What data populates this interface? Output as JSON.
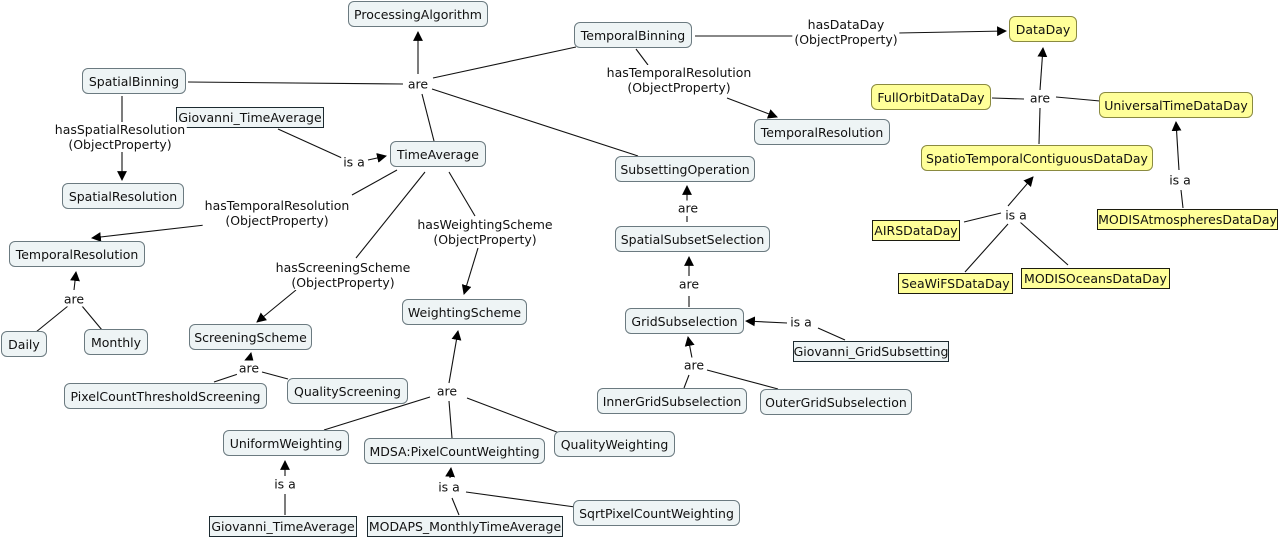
{
  "concepts": {
    "processing_algorithm": "ProcessingAlgorithm",
    "temporal_binning": "TemporalBinning",
    "data_day": "DataDay",
    "spatial_binning": "SpatialBinning",
    "full_orbit_data_day": "FullOrbitDataDay",
    "universal_time_data_day": "UniversalTimeDataDay",
    "temporal_resolution_right": "TemporalResolution",
    "time_average": "TimeAverage",
    "subsetting_operation": "SubsettingOperation",
    "spatio_temporal_contiguous_data_day": "SpatioTemporalContiguousDataDay",
    "spatial_resolution": "SpatialResolution",
    "spatial_subset_selection": "SpatialSubsetSelection",
    "temporal_resolution_left": "TemporalResolution",
    "weighting_scheme": "WeightingScheme",
    "grid_subselection": "GridSubselection",
    "daily": "Daily",
    "monthly": "Monthly",
    "screening_scheme": "ScreeningScheme",
    "pixel_count_threshold_screening": "PixelCountThresholdScreening",
    "quality_screening": "QualityScreening",
    "inner_grid_subselection": "InnerGridSubselection",
    "outer_grid_subselection": "OuterGridSubselection",
    "uniform_weighting": "UniformWeighting",
    "mdsa_pixel_count_weighting": "MDSA:PixelCountWeighting",
    "quality_weighting": "QualityWeighting",
    "sqrt_pixel_count_weighting": "SqrtPixelCountWeighting"
  },
  "instances": {
    "giovanni_time_average_top": "Giovanni_TimeAverage",
    "airs_data_day": "AIRSDataDay",
    "modis_atmospheres_data_day": "MODISAtmospheresDataDay",
    "seawifs_data_day": "SeaWiFSDataDay",
    "modis_oceans_data_day": "MODISOceansDataDay",
    "giovanni_grid_subsetting": "Giovanni_GridSubsetting",
    "giovanni_time_average_bottom": "Giovanni_TimeAverage",
    "modaps_monthly_time_average": "MODAPS_MonthlyTimeAverage"
  },
  "links": {
    "are_processing": "are",
    "has_data_day": {
      "name": "hasDataDay",
      "type": "(ObjectProperty)"
    },
    "has_temporal_resolution_right": {
      "name": "hasTemporalResolution",
      "type": "(ObjectProperty)"
    },
    "are_data_day": "are",
    "has_spatial_resolution": {
      "name": "hasSpatialResolution",
      "type": "(ObjectProperty)"
    },
    "is_a_time_average": "is a",
    "are_subset": "are",
    "is_a_modis_atm": "is a",
    "has_temporal_resolution_left": {
      "name": "hasTemporalResolution",
      "type": "(ObjectProperty)"
    },
    "has_weighting_scheme": {
      "name": "hasWeightingScheme",
      "type": "(ObjectProperty)"
    },
    "is_a_spatiotemporal": "is a",
    "are_resolution": "are",
    "has_screening_scheme": {
      "name": "hasScreeningScheme",
      "type": "(ObjectProperty)"
    },
    "are_spatial_subset": "are",
    "is_a_grid": "is a",
    "are_screening": "are",
    "are_grid": "are",
    "are_weighting": "are",
    "is_a_uniform": "is a",
    "is_a_mdsa": "is a"
  }
}
